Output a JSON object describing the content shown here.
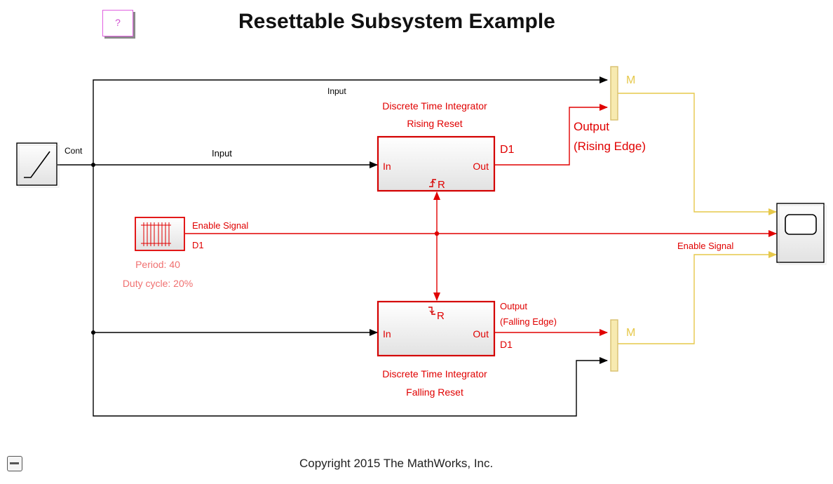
{
  "header": {
    "title": "Resettable Subsystem Example",
    "help_label": "?"
  },
  "footer": {
    "copyright": "Copyright 2015 The MathWorks, Inc."
  },
  "blocks": {
    "ramp": {
      "signal_label": "Cont"
    },
    "pulse": {
      "signal_label": "Enable Signal",
      "rate_label": "D1",
      "period": "Period: 40",
      "duty": "Duty cycle: 20%"
    },
    "integrator_rising": {
      "title_line1": "Discrete Time Integrator",
      "title_line2": "Rising Reset",
      "in_port": "In",
      "out_port": "Out",
      "reset_port": "R",
      "rate_label": "D1"
    },
    "integrator_falling": {
      "title_line1": "Discrete Time Integrator",
      "title_line2": "Falling Reset",
      "in_port": "In",
      "out_port": "Out",
      "reset_port": "R",
      "rate_label": "D1"
    },
    "mux_top": {
      "rate_label": "M"
    },
    "mux_bottom": {
      "rate_label": "M"
    }
  },
  "signals": {
    "input_top": "Input",
    "input_mid": "Input",
    "output_rising_line1": "Output",
    "output_rising_line2": "(Rising Edge)",
    "output_falling_line1": "Output",
    "output_falling_line2": "(Falling Edge)",
    "enable_scope": "Enable Signal"
  },
  "colors": {
    "black_line": "#000000",
    "red_line": "#e00000",
    "yellow_line": "#e6c84a",
    "block_red_border": "#d40000",
    "mux_fill": "#f7eab0",
    "mux_border": "#d8c070"
  }
}
